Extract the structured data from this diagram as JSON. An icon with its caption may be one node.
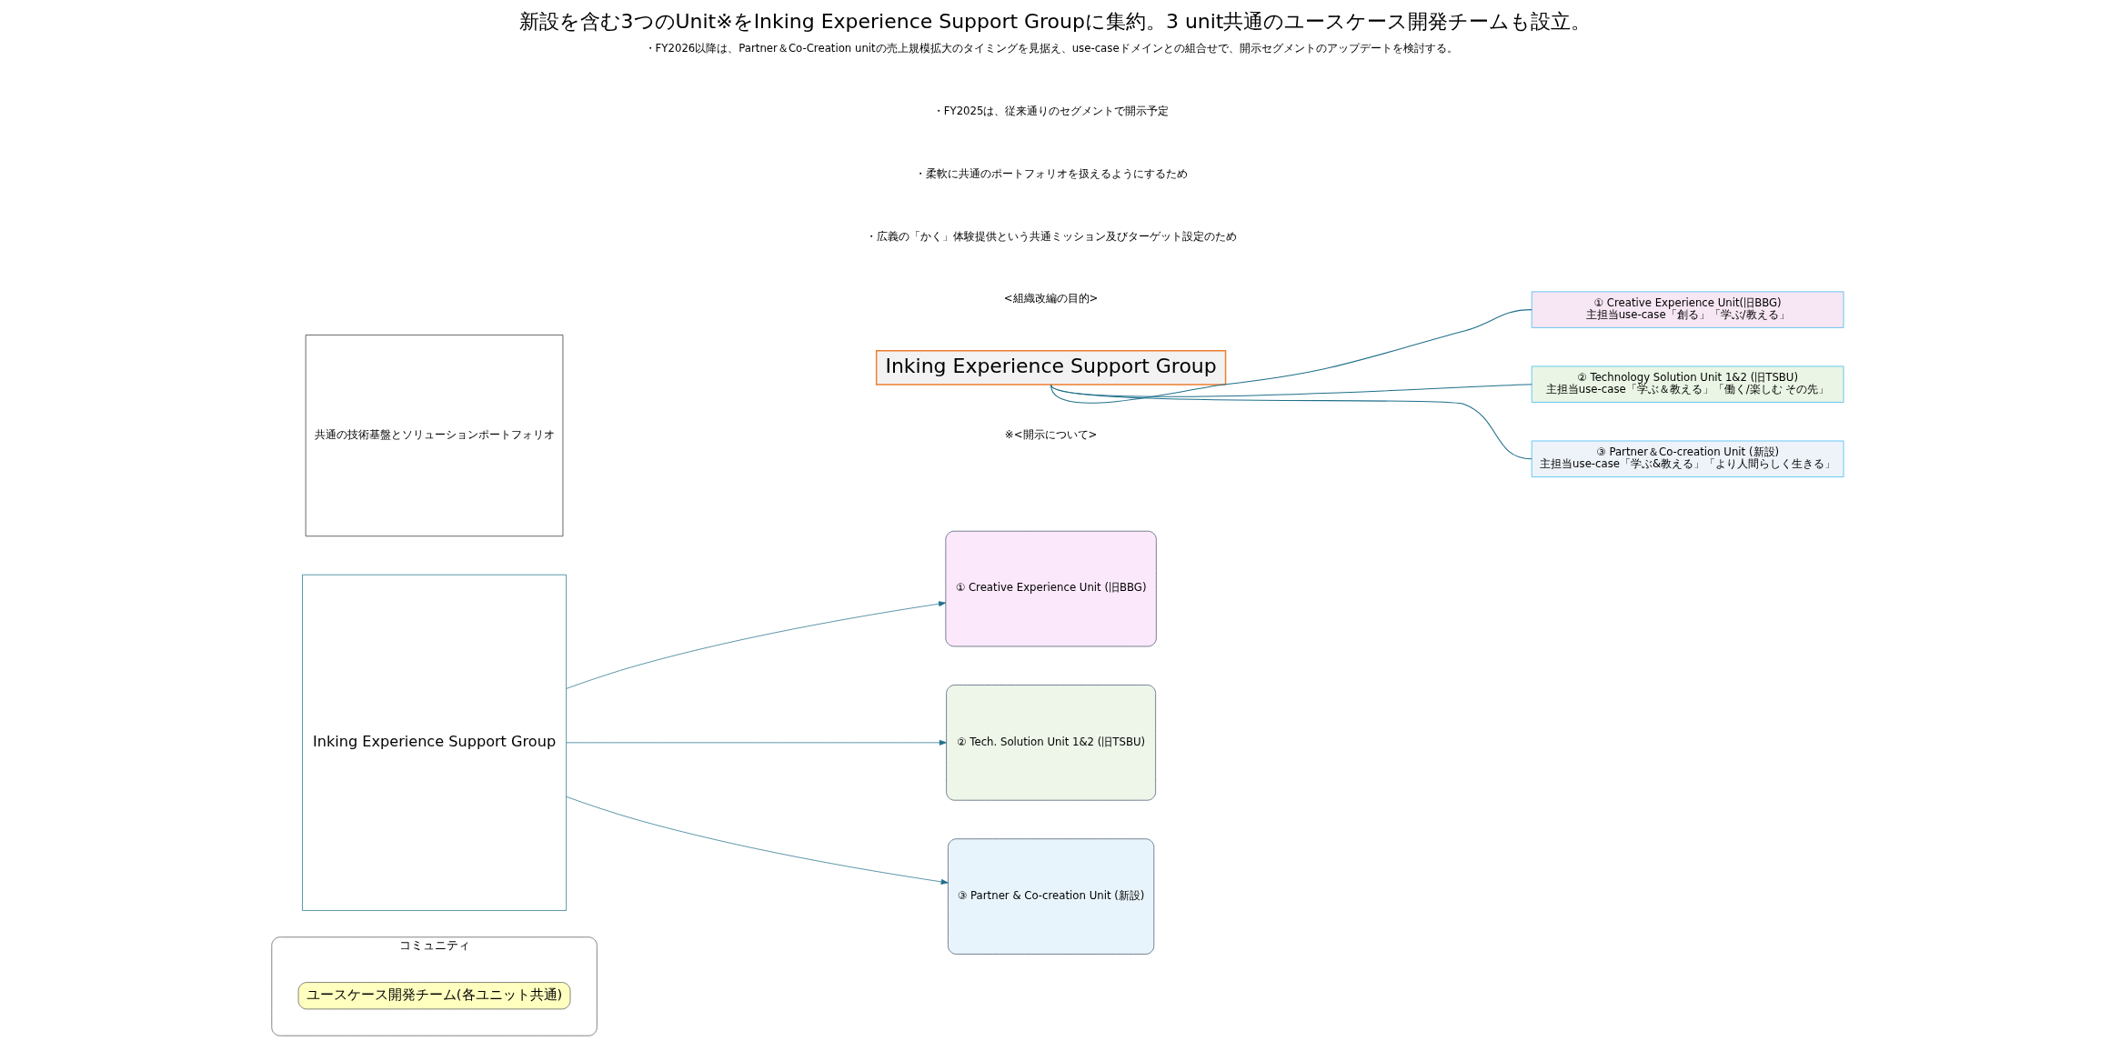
{
  "diagram": {
    "title": "新設を含む3つのUnit※をInking Experience Support Groupに集約。3 unit共通のユースケース開発チームも設立。",
    "nodes": [
      {
        "text": [
          "コミュニティ"
        ]
      },
      {
        "text": [
          "ユースケース開発チーム(各ユニット共通)"
        ],
        "in": 0
      },
      {
        "text": [
          "① Creative Experience Unit (旧BBG)"
        ]
      },
      {
        "text": [
          "② Tech. Solution Unit 1&2 (旧TSBU)"
        ]
      },
      {
        "text": [
          "③ Partner & Co-creation Unit (新設)"
        ]
      },
      {
        "text": [
          "Inking Experience Support Group"
        ]
      },
      {
        "text": [
          "共通の技術基盤とソリューションポートフォリオ"
        ]
      },
      {
        "text": [
          "Inking Experience Support Group"
        ]
      },
      {
        "text": [
          "① Creative Experience Unit(旧BBG)",
          "主担当use-case「創る」「学ぶ/教える」"
        ]
      },
      {
        "text": [
          "② Technology Solution Unit 1&2 (旧TSBU)",
          "主担当use-case「学ぶ＆教える」「働く/楽しむ その先」"
        ]
      },
      {
        "text": [
          "③ Partner＆Co-creation Unit (新設)",
          "主担当use-case「学ぶ&教える」「より人間らしく生きる」"
        ]
      }
    ],
    "edges": [
      {
        "from": 5,
        "to": 2,
        "arrow": "to"
      },
      {
        "from": 5,
        "to": 3,
        "arrow": "to"
      },
      {
        "from": 5,
        "to": 4,
        "arrow": "to"
      },
      {
        "from": 7,
        "to": 8,
        "arrow": "none"
      },
      {
        "from": 7,
        "to": 9,
        "arrow": "none"
      },
      {
        "from": 7,
        "to": 10,
        "arrow": "none"
      }
    ],
    "labels": [
      "<組織改編の目的>",
      "・広義の「かく」体験提供という共通ミッション及びターゲット設定のため",
      "・柔軟に共通のポートフォリオを扱えるようにするため",
      "※<開示について>",
      "・FY2025は、従来通りのセグメントで開示予定",
      "・FY2026以降は、Partner＆Co-Creation unitの売上規模拡大のタイミングを見据え、use-caseドメインとの組合せで、開示セグメントのアップデートを検討する。"
    ]
  }
}
